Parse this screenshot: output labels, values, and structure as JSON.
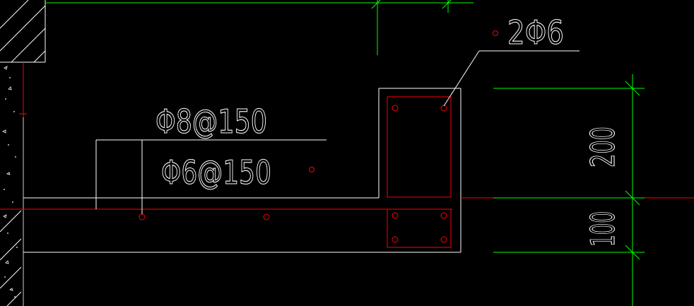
{
  "drawing": {
    "background": "#000000",
    "colors": {
      "outline": "#ffffff",
      "rebar": "#ff0000",
      "dimension": "#00ff00"
    },
    "labels": {
      "top_bars": "2Φ6",
      "stirrup": "Φ8@150",
      "distribution_bars": "Φ6@150"
    },
    "dimensions": {
      "upper_height": "200",
      "lower_height": "100"
    }
  }
}
